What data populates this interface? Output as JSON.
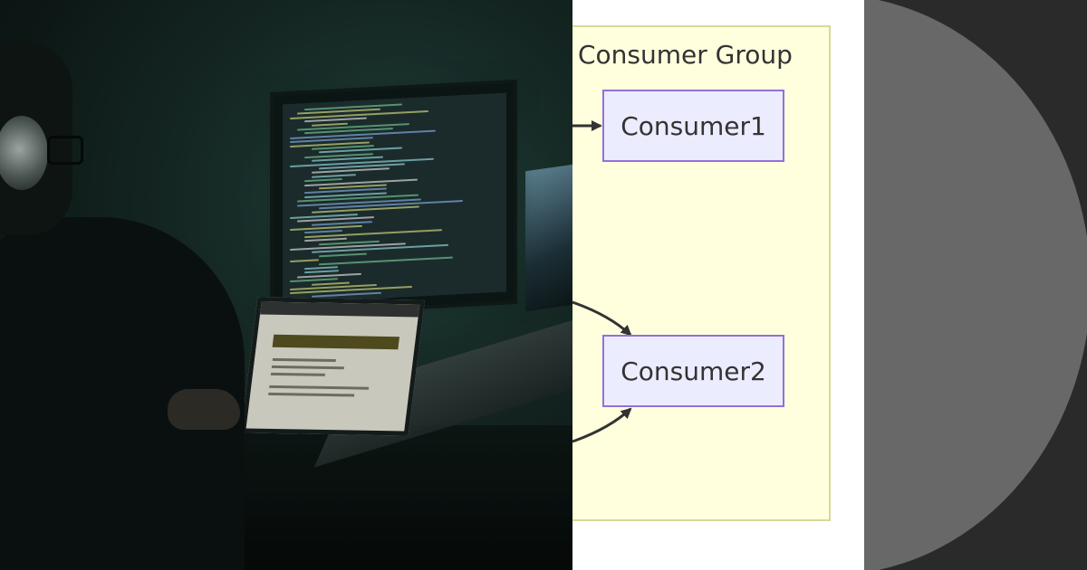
{
  "diagram": {
    "cluster_title": "Consumer Group",
    "nodes": [
      {
        "id": "consumer1",
        "label": "Consumer1"
      },
      {
        "id": "consumer2",
        "label": "Consumer2"
      }
    ],
    "edges": [
      {
        "to": "consumer1",
        "from_outside": true
      },
      {
        "to": "consumer2",
        "from_outside": true
      },
      {
        "to": "consumer2",
        "from_outside": true
      }
    ]
  },
  "colors": {
    "cluster_fill": "#ffffde",
    "cluster_border": "#d8d89a",
    "node_fill": "#ececff",
    "node_border": "#9370db",
    "text": "#333333",
    "edge": "#333333",
    "photo_tint": "#142622",
    "disc": "#686868",
    "disc_bg": "#2a2a2a"
  },
  "images": {
    "left": "developer-at-desk-photo",
    "right": "gray-disc-graphic"
  }
}
